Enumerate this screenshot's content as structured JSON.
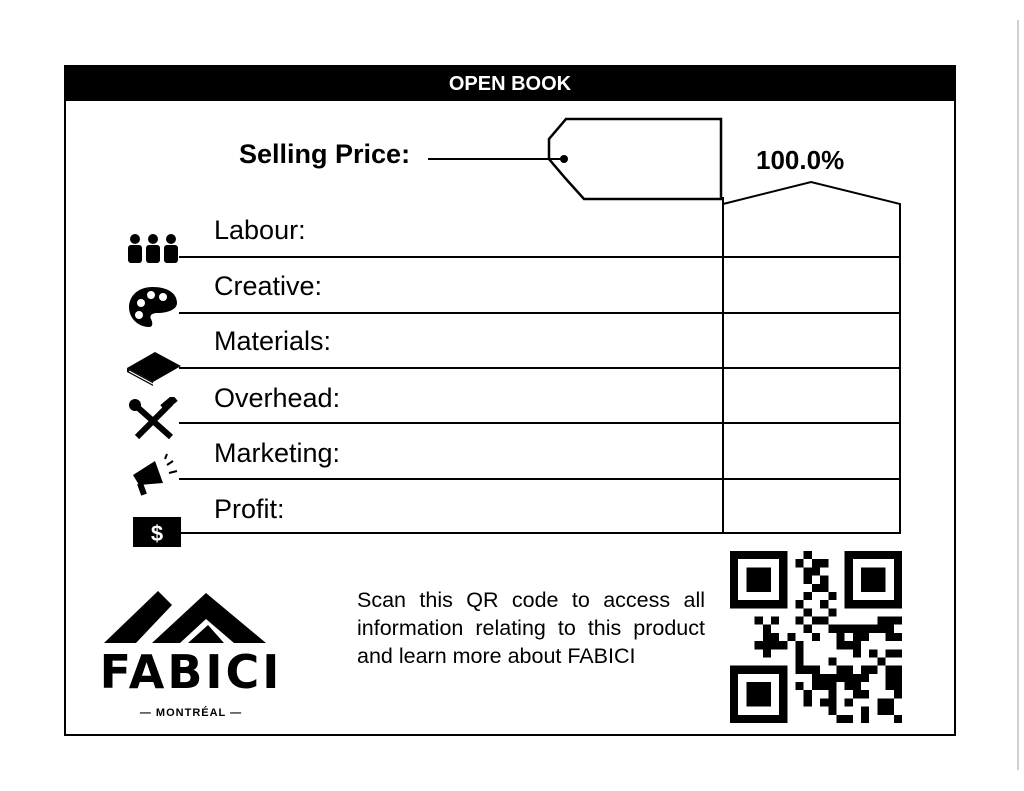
{
  "card": {
    "title": "OPEN BOOK",
    "selling_price_label": "Selling Price:",
    "percentage": "100.0%"
  },
  "rows": [
    {
      "label": "Labour:",
      "icon": "people-icon"
    },
    {
      "label": "Creative:",
      "icon": "palette-icon"
    },
    {
      "label": "Materials:",
      "icon": "book-icon"
    },
    {
      "label": "Overhead:",
      "icon": "tools-icon"
    },
    {
      "label": "Marketing:",
      "icon": "megaphone-icon"
    },
    {
      "label": "Profit:",
      "icon": "dollar-icon"
    }
  ],
  "qr_section": {
    "text": "Scan this QR code  to access all information relating to this product and learn more about FABICI"
  },
  "logo": {
    "brand": "FABICI",
    "city": "— MONTRÉAL —"
  }
}
